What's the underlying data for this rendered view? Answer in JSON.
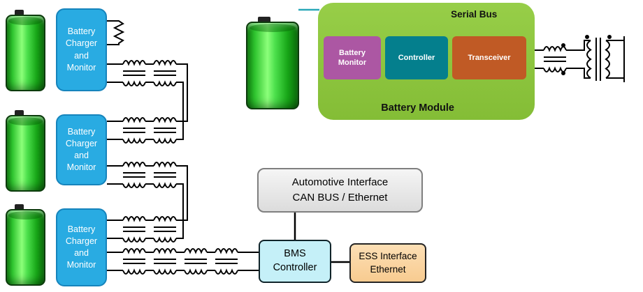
{
  "chargers": [
    {
      "label": "Battery Charger and Monitor"
    },
    {
      "label": "Battery Charger and Monitor"
    },
    {
      "label": "Battery Charger and Monitor"
    }
  ],
  "module": {
    "serial_bus": "Serial Bus",
    "name": "Battery Module",
    "components": [
      {
        "label": "Battery Monitor"
      },
      {
        "label": "Controller"
      },
      {
        "label": "Transceiver"
      }
    ]
  },
  "boxes": {
    "automotive": "Automotive Interface\nCAN BUS / Ethernet",
    "bms": "BMS Controller",
    "ess": "ESS Interface\nEthernet"
  },
  "colors": {
    "charger_box": "#29ABE2",
    "charger_border": "#1684BC",
    "battery_green": "#33CC33",
    "module_green": "#8DC63F",
    "battery_monitor_purple": "#AC57A3",
    "controller_teal": "#047F8D",
    "transceiver_orange": "#C05A25",
    "automotive_gray": "#E8E8E8",
    "bms_cyan": "#C5F0F8",
    "ess_peach": "#FBD5A0",
    "wire_black": "#000000",
    "serial_bus_wire_teal": "#2AA8B8"
  }
}
